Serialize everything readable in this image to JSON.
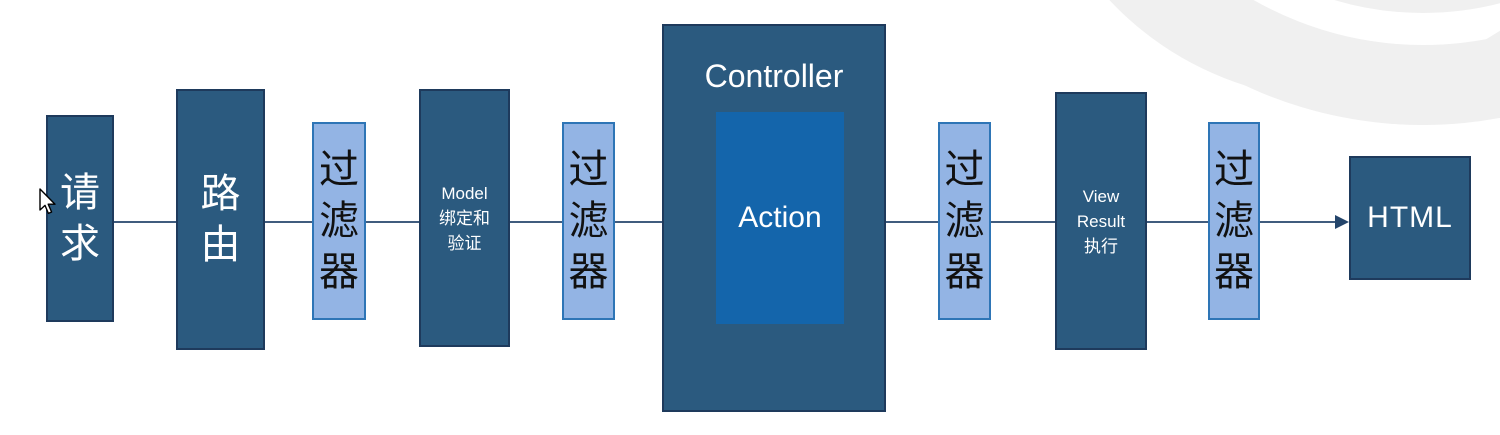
{
  "diagram": {
    "description": "MVC request pipeline flow",
    "nodes": {
      "request": {
        "label": "请\n求"
      },
      "routing": {
        "label": "路\n由"
      },
      "filter_1": {
        "label": "过\n滤\n器"
      },
      "model_binding": {
        "label": "Model\n绑定和\n验证"
      },
      "filter_2": {
        "label": "过\n滤\n器"
      },
      "controller": {
        "label": "Controller",
        "action_label": "Action"
      },
      "filter_3": {
        "label": "过\n滤\n器"
      },
      "view_result": {
        "label": "View\nResult\n执行"
      },
      "filter_4": {
        "label": "过\n滤\n器"
      },
      "html_output": {
        "label": "HTML"
      }
    },
    "colors": {
      "dark_box_fill": "#2b5a7f",
      "dark_box_border": "#1e3a5c",
      "dark_box_text": "#ffffff",
      "light_box_fill": "#93b4e4",
      "light_box_border": "#2e75b6",
      "light_box_text": "#111111",
      "action_fill": "#1465ab",
      "connector_line": "#24456b",
      "background_arc": "#f0f0f0"
    }
  }
}
